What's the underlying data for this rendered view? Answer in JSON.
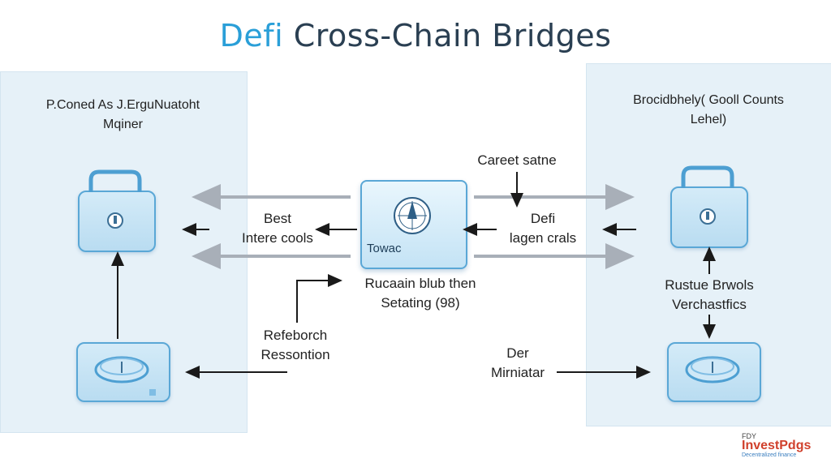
{
  "title": {
    "accent": "Defi",
    "rest": " Cross-Chain Bridges"
  },
  "left_panel": {
    "heading_line1": "P.Coned As J.ErguNuatoht",
    "heading_line2": "Mqiner"
  },
  "right_panel": {
    "heading_line1": "Brocidbhely( Gooll Counts",
    "heading_line2": "Lehel)"
  },
  "hub": {
    "label": "Towac"
  },
  "labels": {
    "left_mid_line1": "Best",
    "left_mid_line2": "Intere cools",
    "right_mid_line1": "Defi",
    "right_mid_line2": "lagen crals",
    "top_right": "Careet satne",
    "hub_caption_line1": "Rucaain blub then",
    "hub_caption_line2": "Setating (98)",
    "lower_left_line1": "Refeborch",
    "lower_left_line2": "Ressontion",
    "right_lower_line1": "Rustue Brwols",
    "right_lower_line2": "Verchastfics",
    "bottom_mid_line1": "Der",
    "bottom_mid_line2": "Mirniatar"
  },
  "watermark": {
    "line1": "FDY",
    "line2": "InvestPdgs",
    "line3": "Decentralized finance"
  },
  "colors": {
    "accent": "#2a9fd8",
    "panel": "#e6f1f8",
    "arrow": "#a8afb8",
    "device_border": "#5aa7d6"
  }
}
